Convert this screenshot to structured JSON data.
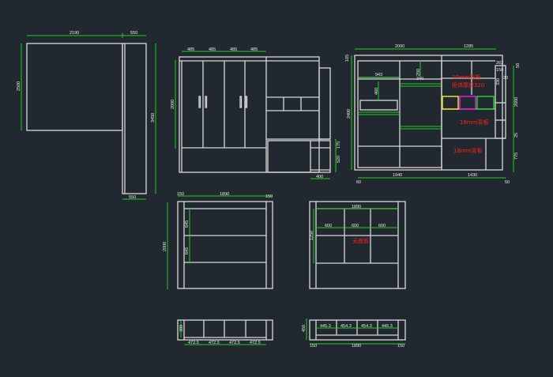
{
  "plan_view": {
    "width_main": "2190",
    "width_side": "550",
    "depth": "2500",
    "total_length": "3450",
    "bottom_side": "550"
  },
  "wardrobe_elevation": {
    "door_widths": [
      "485",
      "485",
      "485",
      "485"
    ],
    "height": "2000",
    "desk_top": "175",
    "desk_height": "520",
    "drawer_width": "400"
  },
  "wall_elevation": {
    "top_left": "2000",
    "top_right": "1285",
    "height": "2400",
    "top_gap": "105",
    "shelf_width": "943",
    "inner_a": "250",
    "inner_b": "340",
    "inner_c": "460",
    "right_a": "263",
    "right_b": "150",
    "right_c": "58",
    "right_d": "20",
    "right_e": "330",
    "right_height": "2000",
    "right_f": "25",
    "right_g": "775",
    "bottom_left": "1940",
    "bottom_right": "1430",
    "bottom_gap_left": "60",
    "bottom_gap_right": "50",
    "note_backboard_10": "10mm背板",
    "note_depth": "柜体厚度320",
    "note_backboard_18a": "18mm背板",
    "note_backboard_18b": "18mm背板",
    "box_colors": [
      "#e8e020",
      "#e020e0",
      "#20d020"
    ]
  },
  "front_view_left": {
    "side_left": "150",
    "width": "1890",
    "side_right": "150",
    "height": "2000",
    "shelf_a": "645",
    "shelf_b": "645"
  },
  "front_view_right": {
    "width": "1890",
    "cell_a": "600",
    "cell_b": "600",
    "cell_c": "600",
    "height": "1250",
    "note": "无底板"
  },
  "base_left": {
    "height": "380",
    "cells": [
      "472.5",
      "472.5",
      "472.5",
      "472.5"
    ]
  },
  "base_right": {
    "height": "450",
    "cells": [
      "445.3",
      "454.3",
      "454.3",
      "445.3"
    ],
    "side_left": "150",
    "width": "1890",
    "side_right": "150"
  }
}
